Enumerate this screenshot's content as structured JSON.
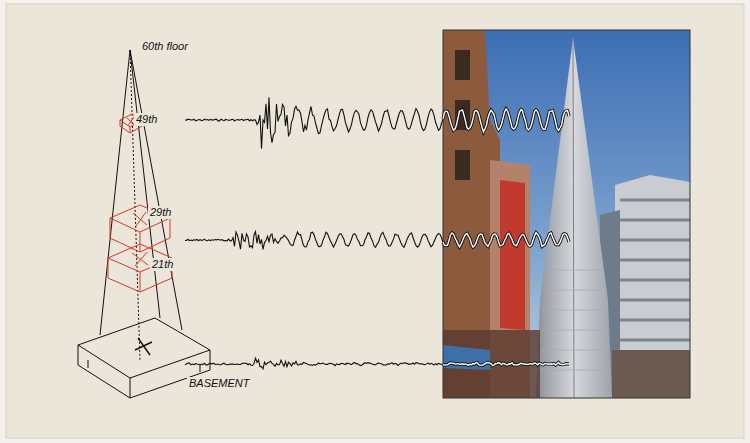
{
  "diagram": {
    "labels": [
      "60th floor",
      "49th",
      "29th",
      "21th",
      "BASEMENT"
    ]
  }
}
